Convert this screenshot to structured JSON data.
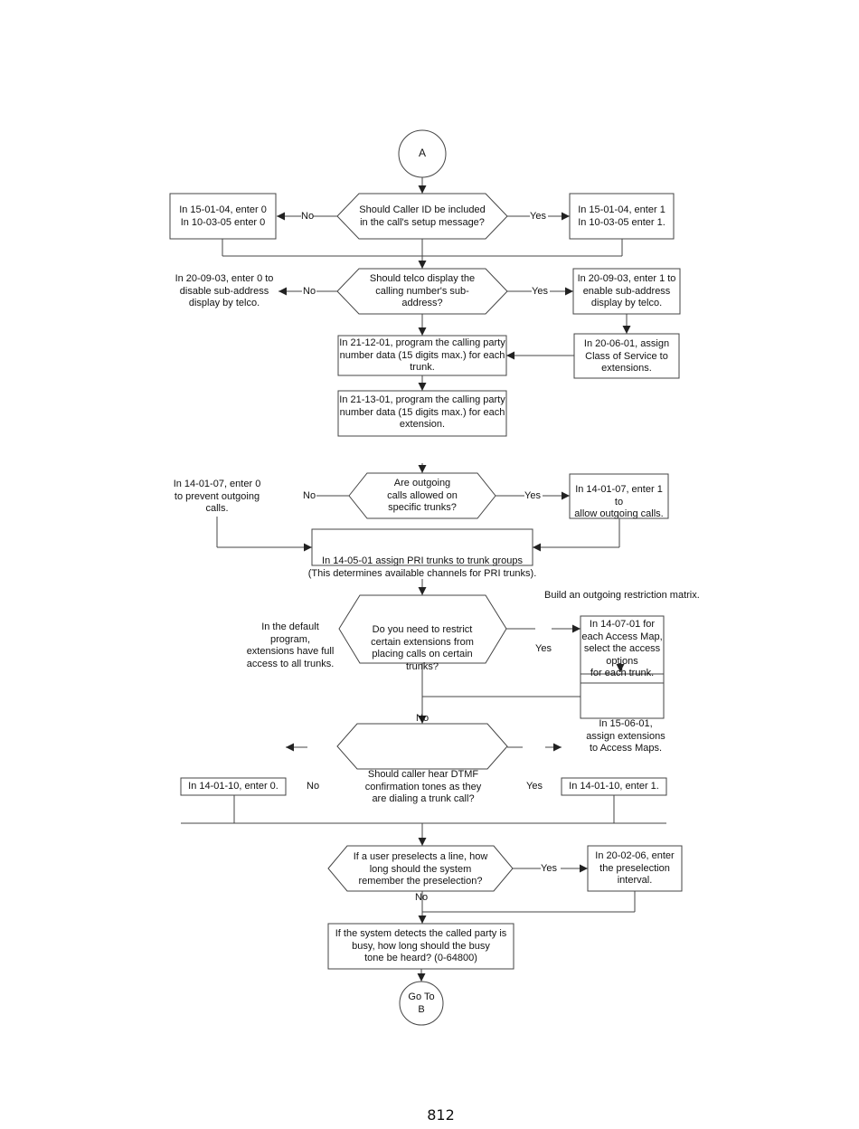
{
  "start_connector": "A",
  "q1": "Should Caller ID be included\nin the call's setup message?",
  "q1_no": "In 15-01-04, enter 0\nIn 10-03-05 enter 0",
  "q1_yes": "In 15-01-04, enter 1\nIn 10-03-05 enter 1.",
  "q2": "Should telco display the\ncalling number's sub-\naddress?",
  "q2_no": "In 20-09-03, enter 0 to\ndisable sub-address\ndisplay by telco.",
  "q2_yes": "In 20-09-03, enter 1 to\nenable sub-address\ndisplay by telco.",
  "cos": "In 20-06-01, assign\nClass of Service to\nextensions.",
  "trunk_cpn": "In 21-12-01, program the calling party\nnumber data (15 digits max.) for each\ntrunk.",
  "ext_cpn": "In 21-13-01, program the calling party\nnumber data (15 digits max.) for each\nextension.",
  "q3": "Are outgoing\ncalls allowed on\nspecific trunks?",
  "q3_no": "In 14-01-07, enter 0\nto prevent outgoing\ncalls.",
  "q3_yes": "In 14-01-07, enter 1 to\nallow outgoing calls.",
  "pri": "In 14-05-01 assign PRI trunks to trunk groups\n(This determines available channels for PRI trunks).",
  "matrix_title": "Build an outgoing restriction matrix.",
  "q4": "Do you need to restrict\ncertain extensions from\nplacing calls on certain\ntrunks?",
  "q4_no_note": "In the default program,\nextensions have full\naccess to all trunks.",
  "access_map": "In 14-07-01 for\neach Access Map,\nselect the access\noptions\nfor each trunk.",
  "assign_map": "In 15-06-01,\nassign extensions\nto Access Maps.",
  "q5": "Should caller hear DTMF\nconfirmation tones as they\nare dialing a trunk call?",
  "q5_no": "In 14-01-10, enter 0.",
  "q5_yes": "In 14-01-10, enter 1.",
  "q6": "If a user preselects a line, how\nlong should the system\nremember the preselection?",
  "q6_yes": "In 20-02-06, enter\nthe preselection\ninterval.",
  "busy": "If the system detects the called party is\nbusy, how long should the busy\ntone be heard? (0-64800)",
  "end_connector": "Go To\nB",
  "labels": {
    "no": "No",
    "yes": "Yes"
  },
  "page_number": "812",
  "line_color": "#444444"
}
